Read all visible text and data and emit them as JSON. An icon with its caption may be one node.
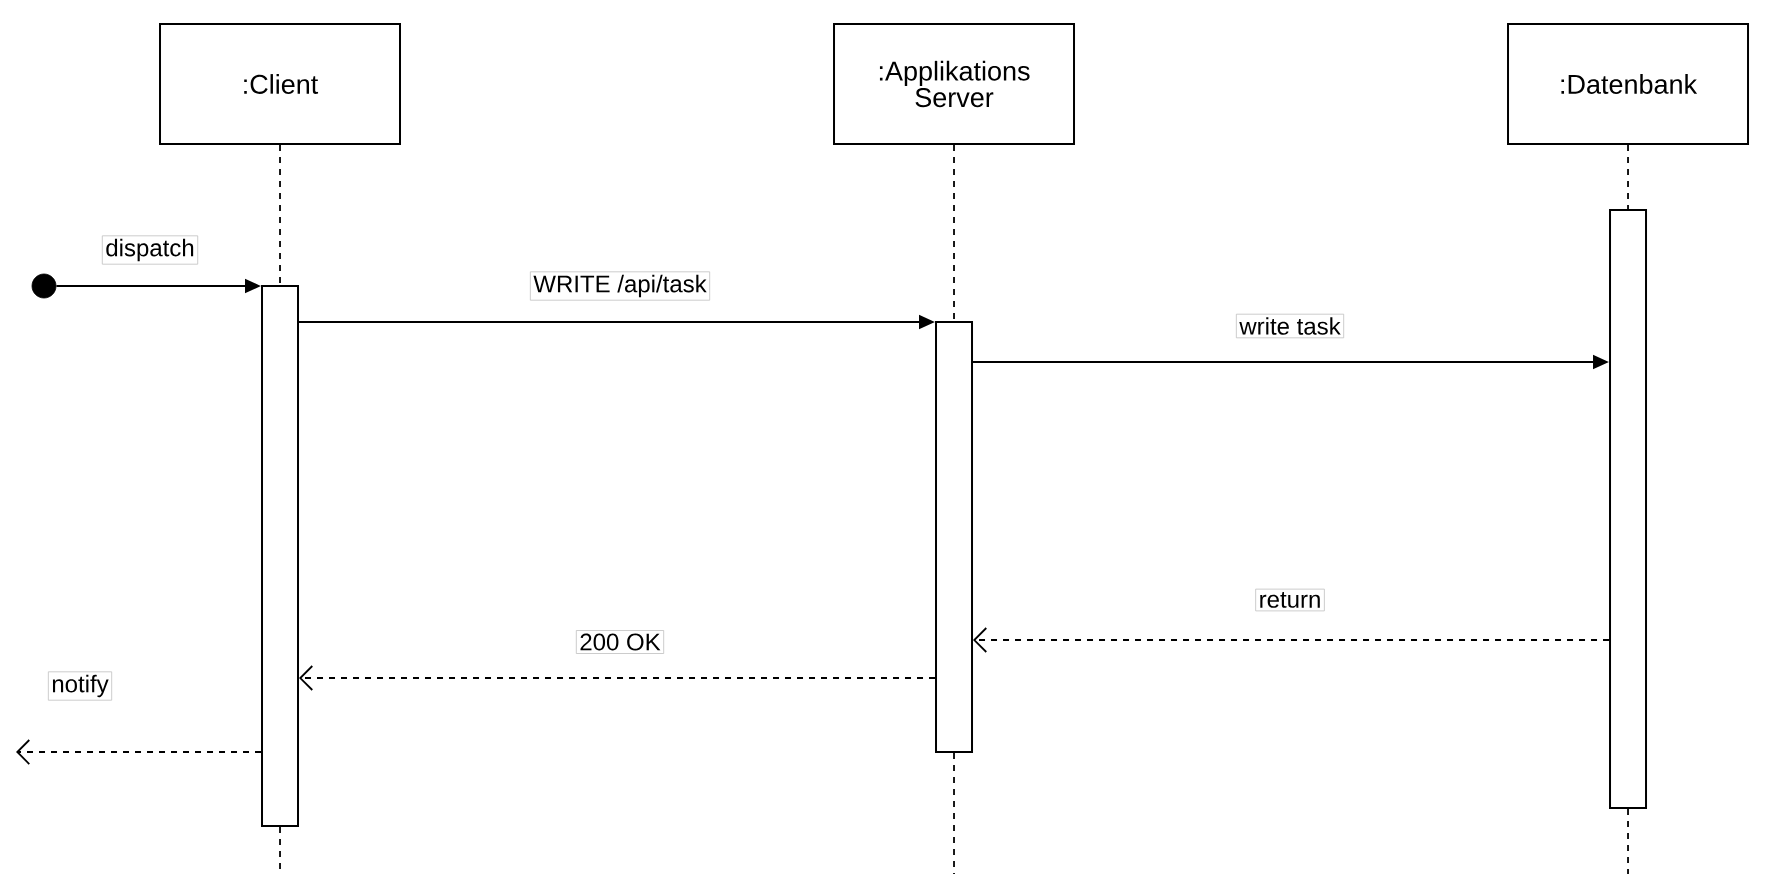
{
  "diagram": {
    "nodes": [
      {
        "text": [
          ":Client"
        ]
      },
      {
        "text": [
          ":Applikations Server"
        ]
      },
      {
        "text": [
          ":Datenbank"
        ]
      },
      {
        "text": [],
        "shape": "bar"
      },
      {
        "text": [],
        "shape": "bar"
      },
      {
        "text": [],
        "shape": "bar"
      },
      {
        "text": [],
        "shape": "circle"
      }
    ],
    "edges": [
      {
        "from": 0,
        "to": 3,
        "arrow": "none",
        "style": "dashed"
      },
      {
        "from": 3,
        "to": null,
        "arrow": "none",
        "style": "dashed"
      },
      {
        "from": 1,
        "to": 4,
        "arrow": "none",
        "style": "dashed"
      },
      {
        "from": 4,
        "to": null,
        "arrow": "none",
        "style": "dashed"
      },
      {
        "from": 2,
        "to": 5,
        "arrow": "none",
        "style": "dashed"
      },
      {
        "from": 5,
        "to": null,
        "arrow": "none",
        "style": "dashed"
      },
      {
        "from": 6,
        "to": 3,
        "arrow": "to",
        "label": "dispatch"
      },
      {
        "from": 3,
        "to": 4,
        "arrow": "to",
        "label": "WRITE /api/task"
      },
      {
        "from": 4,
        "to": 5,
        "arrow": "to",
        "label": "write task"
      },
      {
        "from": 5,
        "to": 4,
        "arrow": "to",
        "label": "return",
        "style": "dashed"
      },
      {
        "from": 4,
        "to": 3,
        "arrow": "to",
        "label": "200 OK",
        "style": "dashed"
      },
      {
        "from": 3,
        "to": null,
        "arrow": "to",
        "label": "notify",
        "style": "dashed"
      }
    ]
  }
}
